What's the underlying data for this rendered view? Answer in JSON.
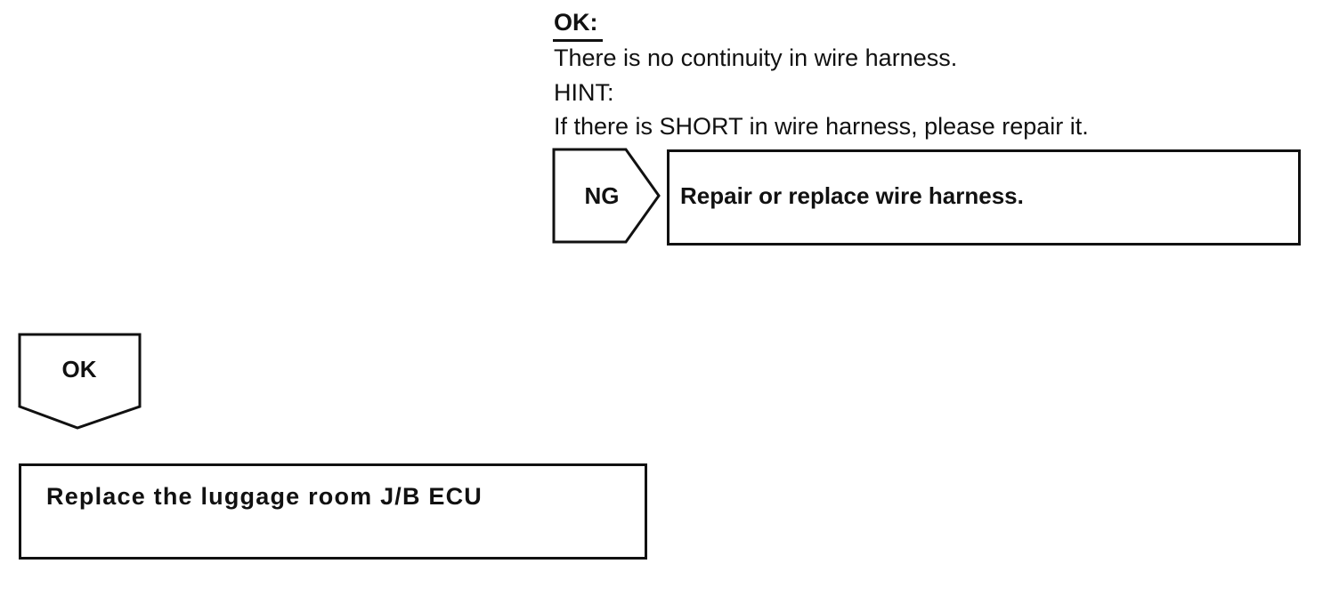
{
  "criteria": {
    "heading": "OK:",
    "result": "There is no continuity in wire harness.",
    "hint_label": "HINT:",
    "hint_text": "If there is SHORT in wire harness, please repair it."
  },
  "ng_branch": {
    "label": "NG",
    "action": "Repair or replace wire harness."
  },
  "ok_branch": {
    "label": "OK",
    "action": "Replace the luggage room J/B ECU"
  }
}
